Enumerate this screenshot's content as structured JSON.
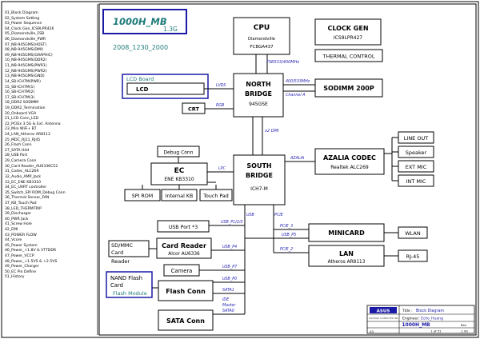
{
  "page_list": [
    "01_Block Diagram",
    "02_System Setting",
    "03_Power Sequence",
    "04_Clock Gen_ICS9LPR426",
    "05_Diamondville_FSB",
    "06_Diamondville_PWR",
    "07_NB-945GMS(HOST)",
    "08_NB-945GMS(DMI)",
    "09_NB-945GMS(GRAPHIC)",
    "10_NB-945GMS(DDR2)",
    "11_NB-945GMS(PWR1)",
    "12_NB-945GMS(PWR2)",
    "13_NB-945GMS(GND)",
    "14_SB-ICH7M(PWR)",
    "15_SB-ICH7M(1)",
    "16_SB-ICH7M(2)",
    "17_SB-ICH7M(3)",
    "18_DDR2 SODIMM",
    "19_DDR2_Termination",
    "20_Onboard VGA",
    "21_LCD Conn_LED",
    "22_PCIEx 3.5G & Ext. Antenna",
    "23_Mini WiFi+ BT",
    "24_LAN_Atheros AR8113",
    "25_MDC_RJ11_RJ45",
    "26_Flash Conn",
    "27_SATA Hdd",
    "28_USB Port",
    "29_Camera Conn",
    "30_Card Reader_AU6336C52",
    "31_Codec_ALC269",
    "32_Audio_AMP_Jack",
    "33_EC_ENE KB3310",
    "34_EC_UART controller",
    "35_Switch_SPI ROM_Debug Conn",
    "36_Thermal Sensor_FAN",
    "37_KB_Touch Pad",
    "38_LED_THERMTRIP",
    "39_Discharger",
    "40_PWR Jack",
    "41_Screw Hole",
    "42_EMI",
    "43_POWER FLOW",
    "44_Vcore",
    "45_Power System",
    "46_Power_+1.8V & VTTDDR",
    "47_Power_VCCP",
    "48_Power_+1.5VS & +2.5VS",
    "49_Power_Charger",
    "50_EC Pin Define",
    "51_History"
  ],
  "model": {
    "name": "1000H_MB",
    "rev": "1.3G",
    "date": "2008_1230_2000"
  },
  "blocks": {
    "cpu": {
      "title": "CPU",
      "sub1": "Diamondville",
      "sub2": "FCBGA437"
    },
    "clock": {
      "title": "CLOCK GEN",
      "sub": "ICS9LPR427"
    },
    "thermal": "THERMAL CONTROL",
    "nb": {
      "l1": "NORTH",
      "l2": "BRIDGE",
      "sub": "945GSE"
    },
    "sodimm": "SODIMM 200P",
    "lcd_board": "LCD Board",
    "lcd": "LCD",
    "crt": "CRT",
    "debug": "Debug Conn",
    "ec": {
      "title": "EC",
      "sub": "ENE KB3310"
    },
    "spi": "SPI ROM",
    "kb": "Internal KB",
    "touch": "Touch Pad",
    "sb": {
      "l1": "SOUTH",
      "l2": "BRIDGE",
      "sub": "ICH7-M"
    },
    "codec": {
      "title": "AZALIA CODEC",
      "sub": "Realtek ALC269"
    },
    "lineout": "LINE OUT",
    "speaker": "Speaker",
    "extmic": "EXT MIC",
    "intmic": "INT MIC",
    "usbport": "USB Port *3",
    "sdmmc": {
      "l1": "SD/MMC",
      "l2": "Card",
      "l3": "Reader"
    },
    "cardreader": {
      "title": "Card Reader",
      "sub": "Alcor AU6336"
    },
    "camera": "Camera",
    "nand": {
      "l1": "NAND Flash",
      "l2": "Card"
    },
    "flashmodule": "Flash Module",
    "flashconn": "Flash Conn",
    "sataconn": "SATA Conn",
    "minicard": "MINICARD",
    "wlan": "WLAN",
    "lan": {
      "title": "LAN",
      "sub": "Atheros AR8113"
    },
    "rj45": "RJ-45"
  },
  "buses": {
    "fsb": "FSB533/400MHz",
    "mem": "400/533MHz",
    "channel": "Channel A",
    "lvds": "LVDS",
    "rgb": "RGB",
    "dmi": "x2 DMI",
    "lpc": "LPC",
    "azalia": "AZALIA",
    "usb": "USB",
    "usb123": "USB_P1/2/3",
    "pcie": "PCIE",
    "pcie3": "PCIE_3",
    "usb5": "USB_P5",
    "pcie2": "PCIE_2",
    "usb4": "USB_P4",
    "usb7": "USB_P7",
    "usb0": "USB_P0",
    "sata1": "SATA1",
    "ide": "IDE",
    "master": "Master",
    "sata0": "SATA0"
  },
  "title_block": {
    "company": "ASUSTeK COMPUTER INC.",
    "title_label": "Title :",
    "title_value": "Block Diagram",
    "engineer_label": "Engineer:",
    "engineer_value": "Echo_Huang",
    "project": "1000H_MB",
    "size_value": "A3",
    "rev_label": "Rev",
    "rev_value": "1.3G",
    "sheet": "1 of 51"
  },
  "colors": {
    "accent_blue": "#1a1aa6",
    "teal": "#1f7a7a",
    "bus_blue": "#2626b3"
  }
}
